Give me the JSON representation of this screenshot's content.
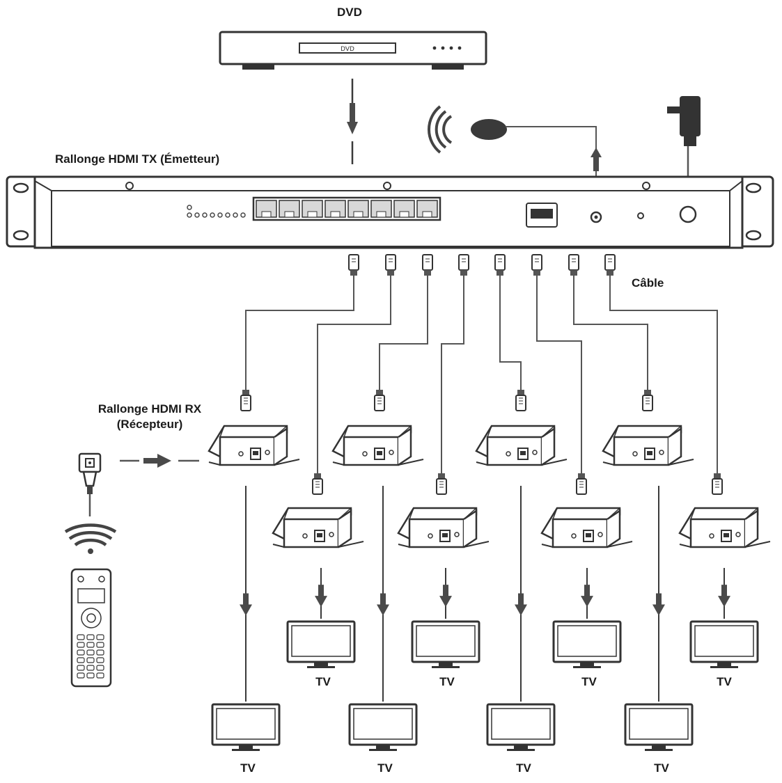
{
  "labels": {
    "dvd": "DVD",
    "transmitter": "Rallonge HDMI TX (Émetteur)",
    "receiver_line1": "Rallonge HDMI RX",
    "receiver_line2": "(Récepteur)",
    "cable": "Câble"
  },
  "devices": {
    "dvd_panel_text": "DVD",
    "tv_label": "TV",
    "port_count": 8
  },
  "colors": {
    "line": "#3a3a3a",
    "arrow": "#4a4a4a",
    "fill": "#ffffff",
    "port_fill": "#d8d8d8"
  }
}
